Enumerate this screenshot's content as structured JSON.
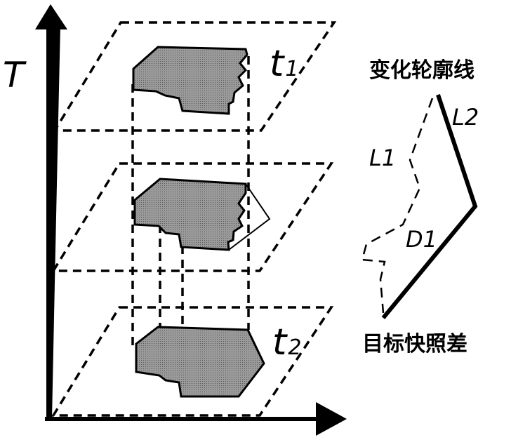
{
  "axis": {
    "t_label": "T"
  },
  "planes": {
    "top_label": "t",
    "top_sub": "1",
    "bottom_label": "t",
    "bottom_sub": "2"
  },
  "annotations": {
    "change_contour": "变化轮廓线",
    "l1": "L1",
    "l2": "L2",
    "d1": "D1",
    "snapshot_diff": "目标快照差"
  },
  "colors": {
    "stroke": "#000000",
    "shape_fill": "#8c8c8c",
    "background": "#ffffff"
  }
}
